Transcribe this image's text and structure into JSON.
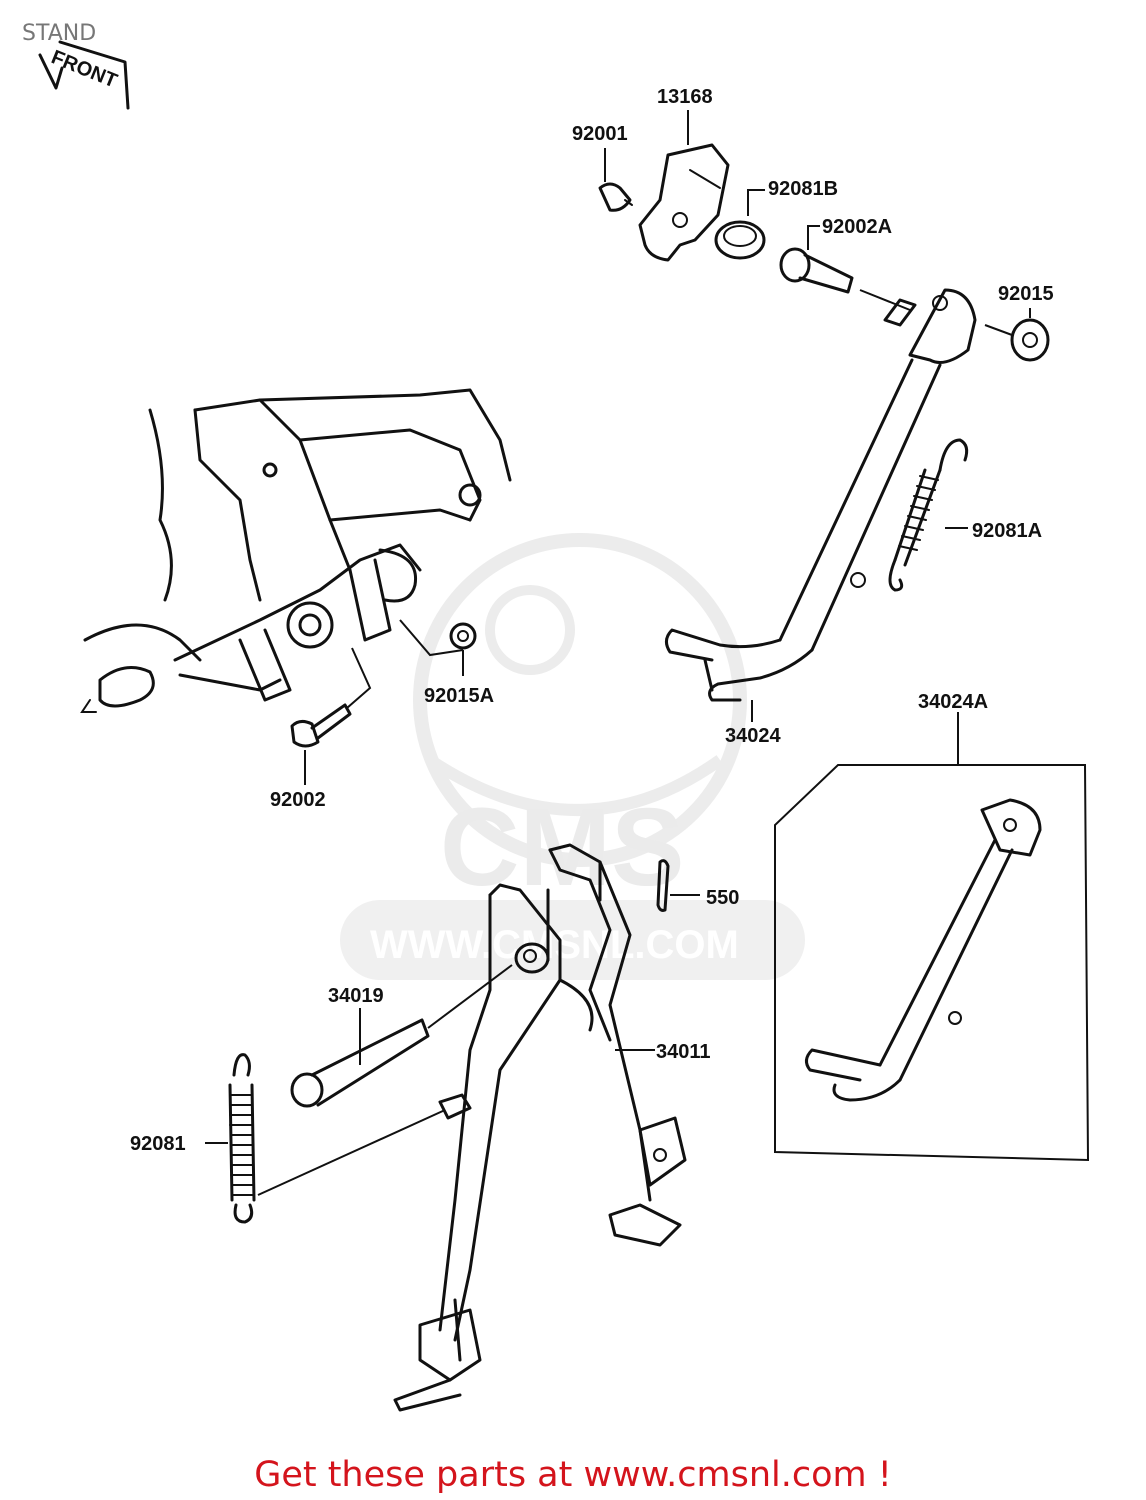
{
  "header": {
    "title": "STAND",
    "front_label": "FRONT"
  },
  "colors": {
    "footer_text": "#d4141c",
    "ink": "#111111",
    "watermark": "#ebebeb"
  },
  "watermark": {
    "brand": "CMS",
    "site": "WWW.CMSNL.COM"
  },
  "parts": [
    {
      "id": "p13168",
      "number": "13168"
    },
    {
      "id": "p92001",
      "number": "92001"
    },
    {
      "id": "p92081B",
      "number": "92081B"
    },
    {
      "id": "p92002A",
      "number": "92002A"
    },
    {
      "id": "p92015",
      "number": "92015"
    },
    {
      "id": "p92081A",
      "number": "92081A"
    },
    {
      "id": "p92015A",
      "number": "92015A"
    },
    {
      "id": "p34024",
      "number": "34024"
    },
    {
      "id": "p34024A",
      "number": "34024A"
    },
    {
      "id": "p92002",
      "number": "92002"
    },
    {
      "id": "p550",
      "number": "550"
    },
    {
      "id": "p34019",
      "number": "34019"
    },
    {
      "id": "p34011",
      "number": "34011"
    },
    {
      "id": "p92081",
      "number": "92081"
    }
  ],
  "footer": {
    "text": "Get these parts at www.cmsnl.com !"
  }
}
